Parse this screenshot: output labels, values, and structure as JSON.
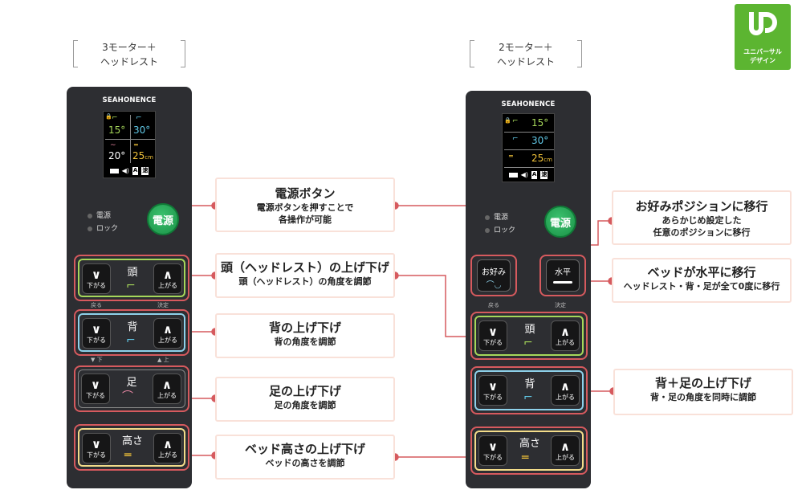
{
  "left_model": {
    "line1": "3モーター＋",
    "line2": "ヘッドレスト"
  },
  "right_model": {
    "line1": "2モーター＋",
    "line2": "ヘッドレスト"
  },
  "ud_logo": {
    "mark": "UD",
    "line1": "ユニバーサル",
    "line2": "デザイン"
  },
  "brand": "SEAHONENCE",
  "colors": {
    "callout_border": "#f9e1d9",
    "accent_red": "#d65a5e",
    "power_green": "#1a9146",
    "remote_body": "#2d2e32"
  },
  "left_remote": {
    "screen": {
      "head_angle": "15°",
      "back_angle": "30°",
      "leg_angle": "20°",
      "height": "25",
      "height_unit": "cm",
      "badge_a": "A",
      "badge_b": "速"
    },
    "indicator_power": "電源",
    "indicator_lock": "ロック",
    "power": "電源",
    "back_label": "戻る",
    "decide_label": "決定",
    "down_small": "▼ 下",
    "up_small": "▲ 上",
    "groups": [
      {
        "title": "頭",
        "down": "下がる",
        "up": "上がる"
      },
      {
        "title": "背",
        "down": "下がる",
        "up": "上がる"
      },
      {
        "title": "足",
        "down": "下がる",
        "up": "上がる"
      },
      {
        "title": "高さ",
        "down": "下がる",
        "up": "上がる"
      }
    ]
  },
  "right_remote": {
    "screen": {
      "head_angle": "15°",
      "back_angle": "30°",
      "height": "25",
      "height_unit": "cm",
      "badge_a": "A",
      "badge_b": "速"
    },
    "indicator_power": "電源",
    "indicator_lock": "ロック",
    "power": "電源",
    "fav_button": "お好み",
    "flat_button": "水平",
    "back_label": "戻る",
    "decide_label": "決定",
    "groups": [
      {
        "title": "頭",
        "down": "下がる",
        "up": "上がる"
      },
      {
        "title": "背",
        "down": "下がる",
        "up": "上がる"
      },
      {
        "title": "高さ",
        "down": "下がる",
        "up": "上がる"
      }
    ]
  },
  "callouts": {
    "power": {
      "title": "電源ボタン",
      "sub1": "電源ボタンを押すことで",
      "sub2": "各操作が可能"
    },
    "head": {
      "title": "頭（ヘッドレスト）の上げ下げ",
      "sub1": "頭（ヘッドレスト）の角度を調節"
    },
    "back": {
      "title": "背の上げ下げ",
      "sub1": "背の角度を調節"
    },
    "leg": {
      "title": "足の上げ下げ",
      "sub1": "足の角度を調節"
    },
    "height": {
      "title": "ベッド高さの上げ下げ",
      "sub1": "ベッドの高さを調節"
    },
    "favorite": {
      "title": "お好みポジションに移行",
      "sub1": "あらかじめ設定した",
      "sub2": "任意のポジションに移行"
    },
    "flat": {
      "title": "ベッドが水平に移行",
      "sub1": "ヘッドレスト・背・足が全て0度に移行"
    },
    "backleg": {
      "title": "背＋足の上げ下げ",
      "sub1": "背・足の角度を同時に調節"
    }
  }
}
